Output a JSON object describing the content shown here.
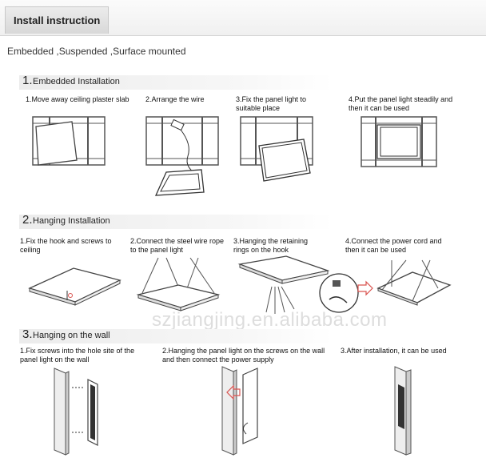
{
  "tab": {
    "label": "Install instruction"
  },
  "subtitle": "Embedded ,Suspended ,Surface mounted",
  "sections": [
    {
      "num": "1.",
      "title": "Embedded Installation",
      "steps": [
        "1.Move away ceiling plaster slab",
        "2.Arrange the wire",
        "3.Fix the panel light to suitable place",
        "4.Put the panel light steadily and then it can be used"
      ]
    },
    {
      "num": "2.",
      "title": "Hanging Installation",
      "steps": [
        "1.Fix the hook and screws to ceiling",
        "2.Connect the steel wire rope to the panel light",
        "3.Hanging the retaining rings on the hook",
        "4.Connect the power cord and then it can be used"
      ]
    },
    {
      "num": "3.",
      "title": "Hanging on the wall",
      "steps": [
        "1.Fix screws into the hole site of the panel light on the wall",
        "2.Hanging the panel light on the screws on the wall and then connect the power supply",
        "3.After installation, it can be used"
      ]
    }
  ],
  "watermark": "szjiangjing.en.alibaba.com",
  "colors": {
    "accent_arrow": "#d9534f",
    "line": "#555555"
  }
}
